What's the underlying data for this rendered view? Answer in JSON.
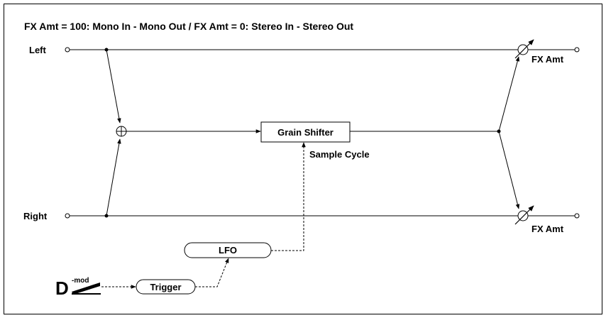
{
  "title": "FX Amt = 100: Mono In - Mono Out  /  FX Amt = 0: Stereo In - Stereo Out",
  "inputs": {
    "left": "Left",
    "right": "Right"
  },
  "blocks": {
    "grain_shifter": "Grain Shifter",
    "lfo": "LFO",
    "trigger": "Trigger"
  },
  "labels": {
    "sample_cycle": "Sample Cycle",
    "fx_amt_top": "FX Amt",
    "fx_amt_bottom": "FX Amt",
    "dmod_d": "D",
    "dmod_sup": "-mod"
  }
}
